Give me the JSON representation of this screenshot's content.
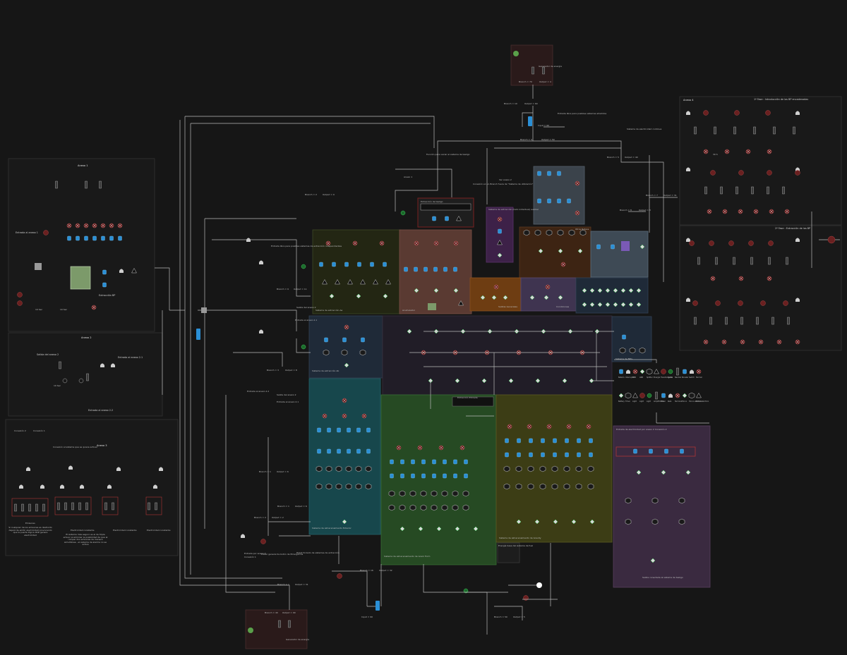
{
  "annex1": {
    "title": "Anexo 1",
    "entrada": "Entrada al anexo 1",
    "extraccion": "Extracción BP",
    "sec1": "10 Sec",
    "sec2": "10 Sec"
  },
  "annex2": {
    "title": "Anexo 2",
    "salida": "Salida del anexo 2",
    "entrada21": "Entrada al anexo 2.1",
    "entrada22": "Entrada al anexo 2.2",
    "sec": "10 Sec"
  },
  "annex3": {
    "title": "Anexo 3",
    "c1": "Conexión 1",
    "c2": "Conexión 2",
    "conexion": "Conexión al sistema que se quiere activar",
    "emisores": "Emisores",
    "elec1": "Electricidad constante",
    "elec2": "Electricidad constante",
    "elec3": "Electricidad constante",
    "note1": "Si cualquier de los emisores es destruido dejará de emitir electricidad provocando que la puerta lógica XOR genere electricidad",
    "note2": "El sistema más seguro es el de triple emisor al eliminar la posibilidad de que al romper dos emisores de manera simultánea , el sistema de alarma no se active"
  },
  "annex4": {
    "title": "Anexo 4",
    "fase1": "1ª Fase : Introducción de las BP encadenadas",
    "fase2": "2ª Fase : Extracción de las BP",
    "sec": "30 S"
  },
  "top": {
    "gen": "Generador de energía",
    "branch70": "Branch = 70",
    "output4": "Output = 4",
    "branch10": "Branch = 10",
    "output60": "Output = 60",
    "input60": "Input = 60",
    "branch4": "Branch = 4",
    "output50": "Output = 50",
    "entrada_libre": "Entrada libre para posibles sistemas añadidos",
    "continuo": "Sistema de electricidad continua",
    "branch5": "Branch = 5",
    "output40": "Output = 40",
    "branch7": "Branch = 7",
    "output31": "Output = 31",
    "branch8": "Branch = 8",
    "output3": "Output = 3",
    "branch2": "Branch = 2",
    "output9": "Output = 9"
  },
  "mid": {
    "anexo1": "Anexo 1",
    "funcion": "Función para vaciar el sistema de tesligo",
    "conexion_fin": "Conexión en un Branch fuera de \"Sistema de utilización\"",
    "anexo21": "Ver anexo 2",
    "salida_aux": "Sistema de extracción (todo individual) auxiliar",
    "extraccion_tesligo": "Extracción de tesligo",
    "entrada_libre2": "Entrada libre para posibles sistemas de extracción independientes",
    "branch9": "Branch = 9",
    "output11": "Output = 11",
    "salida21": "Salida del anexo 2",
    "entrada21": "Entrada al anexo 2.1",
    "branch3": "Branch = 3",
    "output8": "Output = 8",
    "entrada22": "Entrada al anexo 2.2",
    "salida22": "Salida del anexo 2",
    "entrada23": "Entrada al anexo 2.1",
    "branch1": "Branch = 1",
    "output6": "Output = 6",
    "branch11": "Branch = 1",
    "output_m": "Output = 6",
    "branchm2": "Branch = 2",
    "output2": "Output = 2",
    "entrada_anexo3": "Entrada por anexo 3",
    "conexion1": "Conexión 1",
    "pulsar": "Pulsar general de botón de Emergencia",
    "reset": "Reset forzado de sistemas de extracción",
    "branch16": "Branch = 16",
    "output32": "Output = 32",
    "branch1b": "Branch = 1",
    "output31": "Output = 31",
    "input90": "Input = 90",
    "branch40": "Branch = 40",
    "output90": "Output = 90",
    "gen2": "Generador de energía",
    "branch50": "Branch = 50",
    "output5": "Output = 5"
  },
  "regions": {
    "aa": "Sistema de extracción Aa",
    "ab": "Sistema de extracción Ab",
    "ac": "Sistema de extracción Ac",
    "ad": "Sistema de extracción Ad",
    "ae": "Sistema de extracción Ae",
    "salidas": "Salidas Generales",
    "otros": "Otros Ruteos",
    "acum": "Acumulador",
    "extract_entrada": "Extracción Entrada",
    "almac1": "Sistema de almacenamiento Exterior",
    "almac2": "Sistema de almacenamiento de Gram Form",
    "almac3": "Sistema de almacenamiento de Gravity",
    "dentro": "Salida conectada al sistema de tesligo",
    "extra_feed": "Entrada de electricidad por anexo 2 Conexión 2",
    "sistema_bp": "Sistema de BP's",
    "energia": "Energía base del sistema de fuel",
    "condiciones": "Condiciones"
  },
  "legend": {
    "i1": "Batería",
    "i2": "Interruptor",
    "i3": "XOR",
    "i4": "AND",
    "i5": "Splitter",
    "i6": "Energía",
    "i7": "Transformador",
    "i8": "Ignite",
    "i9": "Neutral",
    "i10": "Booster",
    "i11": "Switch",
    "i12": "Normal",
    "i13": "Battery",
    "i14": "Timer",
    "i15": "Light",
    "i16": "Light",
    "i17": "Light",
    "i18": "Amplificador",
    "i19": "Timer",
    "i20": "Relé",
    "i21": "Terminal",
    "i22": "Horno",
    "i23": "Horno eléctrico",
    "i24": "Horno eléctrico"
  }
}
